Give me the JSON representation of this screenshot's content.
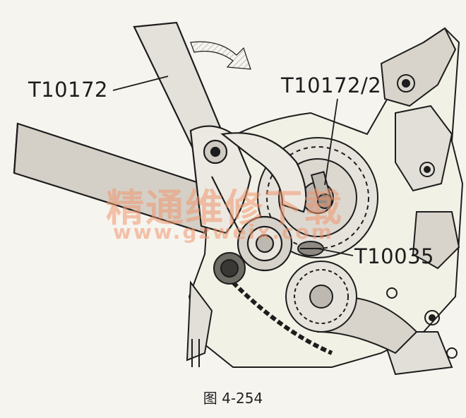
{
  "labels": {
    "tool_spanner": "T10172",
    "tool_adapter": "T10172/2",
    "tool_locator": "T10035"
  },
  "watermark": {
    "text_cn": "精通维修下载",
    "url": "www.gzweix.com"
  },
  "caption": "图 4-254",
  "colors": {
    "line": "#1d1d1d",
    "shade": "#cfcbc3",
    "watermark": "#f0966e"
  }
}
